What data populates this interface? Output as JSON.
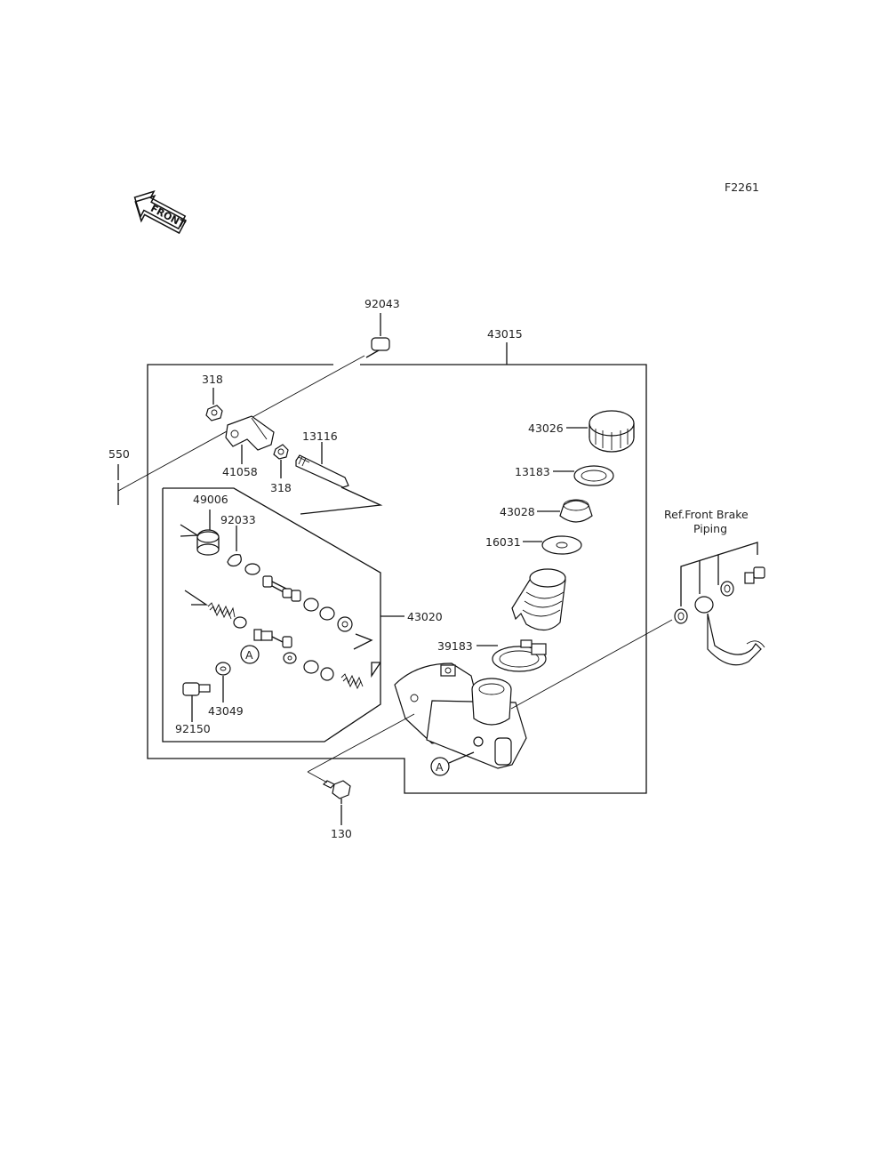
{
  "diagram_code": "F2261",
  "front_arrow": {
    "text": "FRONT"
  },
  "parts": {
    "p92043": "92043",
    "p43015": "43015",
    "p318a": "318",
    "p318b": "318",
    "p550": "550",
    "p41058": "41058",
    "p13116": "13116",
    "p43026": "43026",
    "p13183": "13183",
    "p43028": "43028",
    "p16031": "16031",
    "p49006": "49006",
    "p92033": "92033",
    "p43020": "43020",
    "p39183": "39183",
    "p43049": "43049",
    "p92150": "92150",
    "p130": "130"
  },
  "callouts": {
    "a1": "A",
    "a2": "A"
  },
  "reference": {
    "line1": "Ref.Front Brake",
    "line2": "Piping"
  }
}
